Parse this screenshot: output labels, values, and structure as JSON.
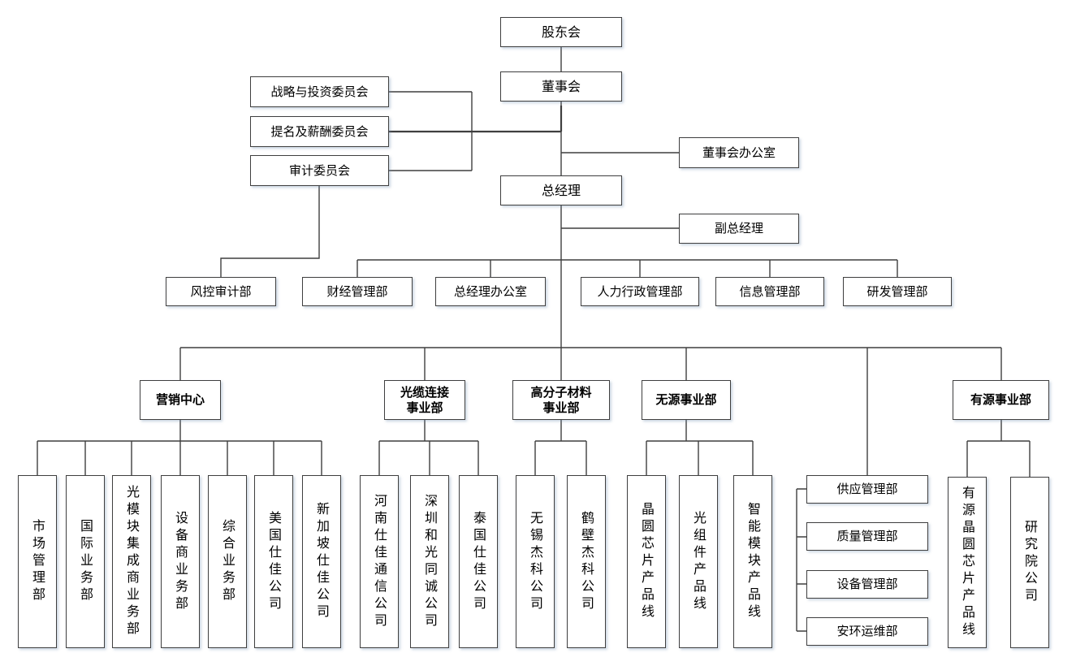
{
  "diagram": {
    "type": "org-chart",
    "colors": {
      "line": "#3f3f3f",
      "box_border": "#3f3f3f",
      "box_bg": "#ffffff",
      "text": "#000000"
    }
  },
  "nodes": {
    "shareholders": "股东会",
    "board": "董事会",
    "strategy_committee": "战略与投资委员会",
    "nomination_committee": "提名及薪酬委员会",
    "audit_committee": "审计委员会",
    "board_office": "董事会办公室",
    "general_manager": "总经理",
    "deputy_gm": "副总经理",
    "risk_audit": "风控审计部",
    "finance": "财经管理部",
    "gm_office": "总经理办公室",
    "hr_admin": "人力行政管理部",
    "info_mgmt": "信息管理部",
    "rd_mgmt": "研发管理部",
    "marketing_center": "营销中心",
    "cable_bu": "光缆连接\n事业部",
    "polymer_bu": "高分子材料\n事业部",
    "passive_bu": "无源事业部",
    "active_bu": "有源事业部",
    "market_mgmt": "市场管理部",
    "intl_biz": "国际业务部",
    "module_integrator_biz": "光模块集成商业务部",
    "equipment_vendor_biz": "设备商业务部",
    "general_biz": "综合业务部",
    "usa_shijia": "美国仕佳公司",
    "singapore_shijia": "新加坡仕佳公司",
    "henan_shijia": "河南仕佳通信公司",
    "shenzhen_heguang": "深圳和光同诚公司",
    "thailand_shijia": "泰国仕佳公司",
    "wuxi_jieke": "无锡杰科公司",
    "hebi_jieke": "鹤壁杰科公司",
    "wafer_chip_line": "晶圆芯片产品线",
    "optical_component_line": "光组件产品线",
    "smart_module_line": "智能模块产品线",
    "supply_mgmt": "供应管理部",
    "quality_mgmt": "质量管理部",
    "equipment_mgmt": "设备管理部",
    "safety_ops": "安环运维部",
    "active_wafer_line": "有源晶圆芯片产品线",
    "research_institute": "研究院公司"
  },
  "edges": [
    {
      "from": "股东会",
      "to": [
        "董事会"
      ]
    },
    {
      "from": "董事会",
      "to": [
        "战略与投资委员会",
        "提名及薪酬委员会",
        "审计委员会",
        "董事会办公室",
        "总经理"
      ]
    },
    {
      "from": "审计委员会",
      "to": [
        "风控审计部"
      ]
    },
    {
      "from": "总经理",
      "to": [
        "副总经理",
        "财经管理部",
        "总经理办公室",
        "人力行政管理部",
        "信息管理部",
        "研发管理部",
        "营销中心",
        "光缆连接事业部",
        "高分子材料事业部",
        "无源事业部",
        "供应管理部",
        "质量管理部",
        "设备管理部",
        "安环运维部",
        "有源事业部"
      ]
    },
    {
      "from": "营销中心",
      "to": [
        "市场管理部",
        "国际业务部",
        "光模块集成商业务部",
        "设备商业务部",
        "综合业务部",
        "美国仕佳公司",
        "新加坡仕佳公司"
      ]
    },
    {
      "from": "光缆连接事业部",
      "to": [
        "河南仕佳通信公司",
        "深圳和光同诚公司",
        "泰国仕佳公司"
      ]
    },
    {
      "from": "高分子材料事业部",
      "to": [
        "无锡杰科公司",
        "鹤壁杰科公司"
      ]
    },
    {
      "from": "无源事业部",
      "to": [
        "晶圆芯片产品线",
        "光组件产品线",
        "智能模块产品线"
      ]
    },
    {
      "from": "有源事业部",
      "to": [
        "有源晶圆芯片产品线",
        "研究院公司"
      ]
    }
  ]
}
